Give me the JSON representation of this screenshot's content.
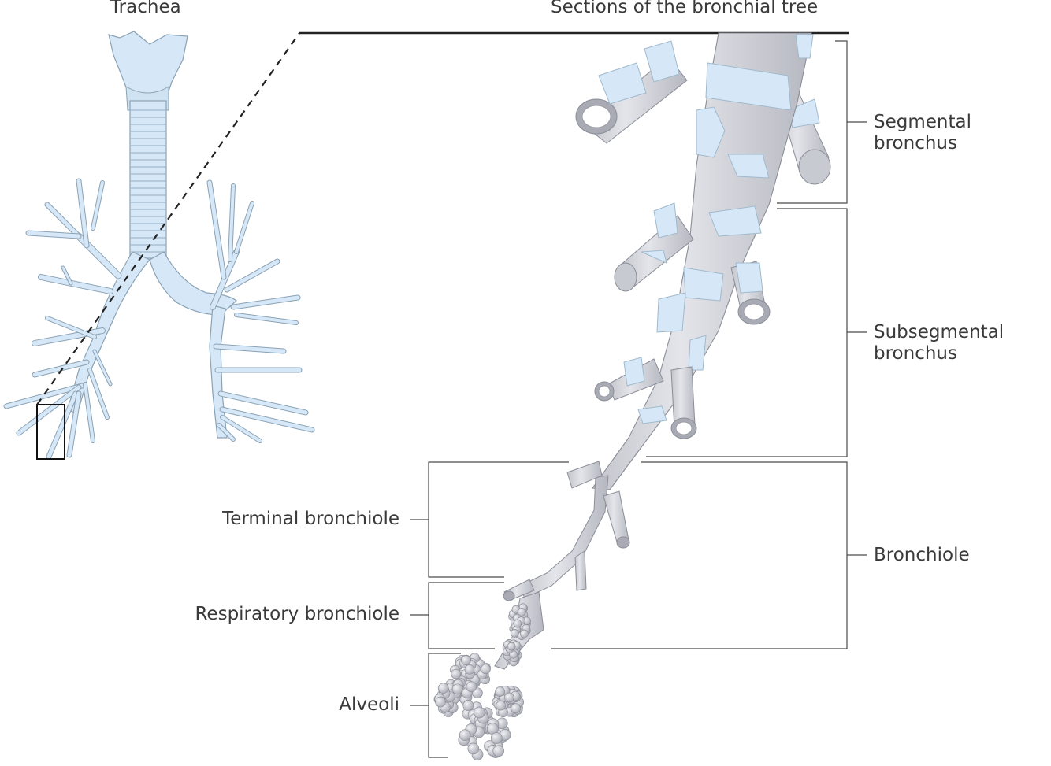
{
  "headings": {
    "left": "Trachea",
    "right": "Sections of the bronchial tree"
  },
  "labels": {
    "segmental": [
      "Segmental",
      "bronchus"
    ],
    "subsegmental": [
      "Subsegmental",
      "bronchus"
    ],
    "bronchiole": "Bronchiole",
    "terminal": "Terminal bronchiole",
    "respiratory": "Respiratory bronchiole",
    "alveoli": "Alveoli"
  },
  "colors": {
    "tube": "#dcdde2",
    "tube_shade": "#b9bbc4",
    "cartilage": "#d6e8f7",
    "cartilage_edge": "#9fb9cc",
    "line": "#4a4a4a",
    "text": "#3a3a3a"
  }
}
